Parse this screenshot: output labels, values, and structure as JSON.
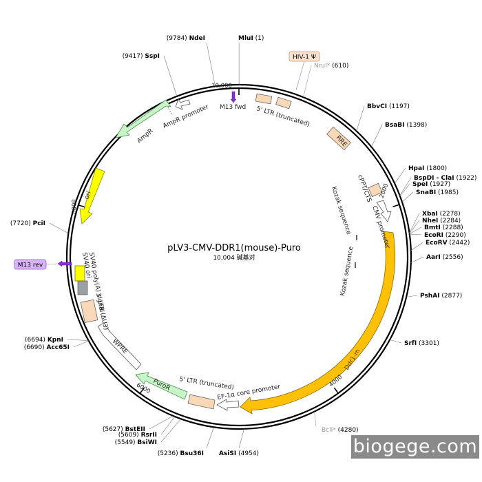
{
  "plasmid": {
    "name": "pLV3-CMV-DDR1(mouse)-Puro",
    "size_label": "10,004 碱基对",
    "total_bp": 10004
  },
  "ticks": [
    {
      "bp": 0,
      "label": "10,000"
    },
    {
      "bp": 2000,
      "label": "2000"
    },
    {
      "bp": 4000,
      "label": "4000"
    },
    {
      "bp": 6000,
      "label": "6000"
    },
    {
      "bp": 8000,
      "label": "8000"
    }
  ],
  "sites": [
    {
      "id": "mlui",
      "name": "MluI",
      "pos": "(1)",
      "bp": 1
    },
    {
      "id": "ndei",
      "name": "NdeI",
      "pos": "(9784)",
      "bp": 9784
    },
    {
      "id": "sspi",
      "name": "SspI",
      "pos": "(9417)",
      "bp": 9417
    },
    {
      "id": "nrui",
      "name": "NruI*",
      "pos": "(610)",
      "bp": 610
    },
    {
      "id": "bbvci",
      "name": "BbvCI",
      "pos": "(1197)",
      "bp": 1197
    },
    {
      "id": "bsabi",
      "name": "BsaBI",
      "pos": "(1398)",
      "bp": 1398
    },
    {
      "id": "hpai",
      "name": "HpaI",
      "pos": "(1800)",
      "bp": 1800
    },
    {
      "id": "bspdi",
      "name": "BspDI - ClaI",
      "pos": "(1922)",
      "bp": 1922
    },
    {
      "id": "spei",
      "name": "SpeI",
      "pos": "(1927)",
      "bp": 1927
    },
    {
      "id": "snabi",
      "name": "SnaBI",
      "pos": "(1985)",
      "bp": 1985
    },
    {
      "id": "xbai",
      "name": "XbaI",
      "pos": "(2278)",
      "bp": 2278
    },
    {
      "id": "nhei",
      "name": "NheI",
      "pos": "(2284)",
      "bp": 2284
    },
    {
      "id": "bmti",
      "name": "BmtI",
      "pos": "(2288)",
      "bp": 2288
    },
    {
      "id": "ecori",
      "name": "EcoRI",
      "pos": "(2290)",
      "bp": 2290
    },
    {
      "id": "ecorv",
      "name": "EcoRV",
      "pos": "(2442)",
      "bp": 2442
    },
    {
      "id": "aari",
      "name": "AarI",
      "pos": "(2556)",
      "bp": 2556
    },
    {
      "id": "pshai",
      "name": "PshAI",
      "pos": "(2877)",
      "bp": 2877
    },
    {
      "id": "srfi",
      "name": "SrfI",
      "pos": "(3301)",
      "bp": 3301
    },
    {
      "id": "bcli",
      "name": "BclI*",
      "pos": "(4280)",
      "bp": 4280
    },
    {
      "id": "asisi",
      "name": "AsiSI",
      "pos": "(4954)",
      "bp": 4954
    },
    {
      "id": "bsu36i",
      "name": "Bsu36I",
      "pos": "(5236)",
      "bp": 5236
    },
    {
      "id": "bsiwi",
      "name": "BsiWI",
      "pos": "(5549)",
      "bp": 5549
    },
    {
      "id": "rsrii",
      "name": "RsrII",
      "pos": "(5609)",
      "bp": 5609
    },
    {
      "id": "bsteii",
      "name": "BstEII",
      "pos": "(5627)",
      "bp": 5627
    },
    {
      "id": "acc65i",
      "name": "Acc65I",
      "pos": "(6690)",
      "bp": 6690
    },
    {
      "id": "kpni",
      "name": "KpnI",
      "pos": "(6694)",
      "bp": 6694
    },
    {
      "id": "pcii",
      "name": "PciI",
      "pos": "(7720)",
      "bp": 7720
    }
  ],
  "features": [
    {
      "id": "ltr5-top",
      "label": "5' LTR (truncated)"
    },
    {
      "id": "rre",
      "label": "RRE"
    },
    {
      "id": "cppt",
      "label": "cPPT/CTS"
    },
    {
      "id": "cmv",
      "label": "CMV promoter"
    },
    {
      "id": "kozak1",
      "label": "Kozak sequence"
    },
    {
      "id": "kozak2",
      "label": "Kozak sequence"
    },
    {
      "id": "ddr1",
      "label": "Ddr1-m"
    },
    {
      "id": "ef1a",
      "label": "EF-1α core promoter"
    },
    {
      "id": "ltr5-bottom",
      "label": "5' LTR (truncated)"
    },
    {
      "id": "puror",
      "label": "PuroR"
    },
    {
      "id": "wpre",
      "label": "WPRE"
    },
    {
      "id": "ltr3",
      "label": "3' LTR (ΔU3)"
    },
    {
      "id": "sv40polya",
      "label": "SV40 poly(A) signal"
    },
    {
      "id": "sv40ori",
      "label": "SV40 ori"
    },
    {
      "id": "ori",
      "label": "ori"
    },
    {
      "id": "ampr",
      "label": "AmpR"
    },
    {
      "id": "ampr-promoter",
      "label": "AmpR promoter"
    },
    {
      "id": "m13fwd",
      "label": "M13 fwd"
    }
  ],
  "badges": {
    "hiv": "HIV-1 Ψ",
    "m13rev": "M13 rev"
  },
  "colors": {
    "backbone": "#000000",
    "cds_orange": "#ffc107",
    "ori_yellow": "#ffff00",
    "amp_green": "#c7f5c7",
    "puro_green": "#c7f5c7",
    "ltr_tan": "#f9d8b8",
    "primer_purple": "#8a2be2",
    "badge_peach": "#fbe3cf",
    "badge_purple": "#d9b3ff"
  },
  "watermark": "biogege.com"
}
